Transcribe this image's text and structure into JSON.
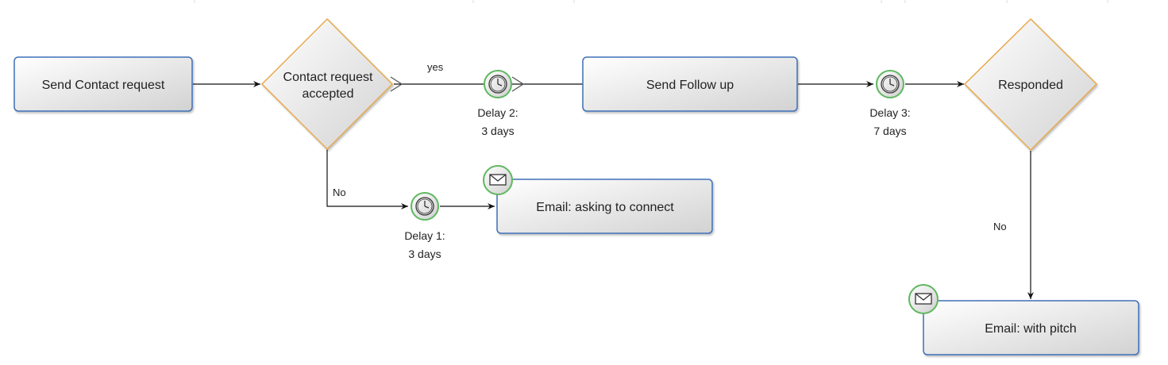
{
  "nodes": {
    "send_contact": {
      "label": "Send Contact request"
    },
    "contact_accepted": {
      "line1": "Contact request",
      "line2": "accepted"
    },
    "send_followup": {
      "label": "Send Follow up"
    },
    "responded": {
      "label": "Responded"
    },
    "email_connect": {
      "label": "Email: asking to connect"
    },
    "email_pitch": {
      "label": "Email: with pitch"
    }
  },
  "timers": {
    "delay1": {
      "line1": "Delay 1:",
      "line2": "3 days"
    },
    "delay2": {
      "line1": "Delay 2:",
      "line2": "3 days"
    },
    "delay3": {
      "line1": "Delay 3:",
      "line2": "7 days"
    }
  },
  "edges": {
    "yes": "yes",
    "no_lower": "No",
    "no_right": "No"
  },
  "icons": {
    "timer": "clock-icon",
    "email": "envelope-icon"
  },
  "colors": {
    "task_border": "#3f6fb8",
    "gateway_border": "#e8a94b",
    "event_ring": "#5fb85f"
  }
}
